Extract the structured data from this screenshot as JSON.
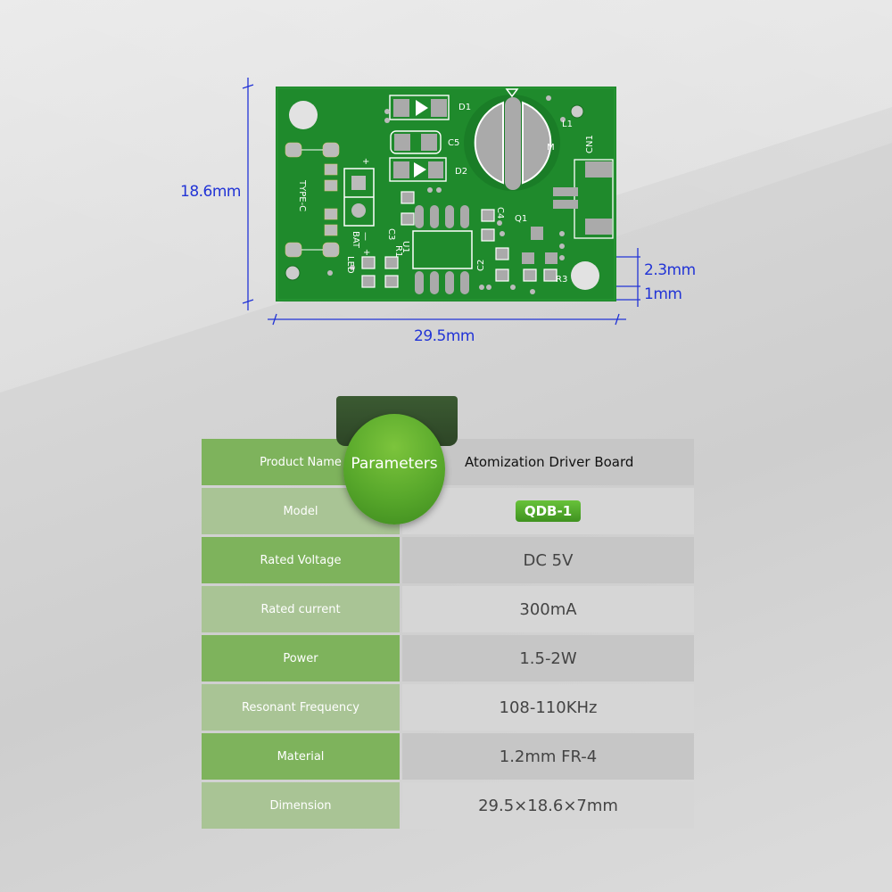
{
  "dimensions": {
    "height": "18.6mm",
    "width": "29.5mm",
    "hole_offset": "2.3mm",
    "edge_offset": "1mm"
  },
  "pcb": {
    "silkscreen": [
      "D1",
      "D2",
      "C5",
      "L1",
      "M",
      "CN1",
      "TYPE-C",
      "BAT",
      "LED",
      "C3",
      "U1",
      "R1",
      "C4",
      "Q1",
      "C2",
      "R3",
      "+",
      "—",
      "+"
    ]
  },
  "parameters": {
    "title": "Parameters",
    "rows": [
      {
        "label": "Product Name",
        "value": "Atomization Driver Board"
      },
      {
        "label": "Model",
        "value": "QDB-1"
      },
      {
        "label": "Rated Voltage",
        "value": "DC 5V"
      },
      {
        "label": "Rated current",
        "value": "300mA"
      },
      {
        "label": "Power",
        "value": "1.5-2W"
      },
      {
        "label": "Resonant Frequency",
        "value": "108-110KHz"
      },
      {
        "label": "Material",
        "value": "1.2mm FR-4"
      },
      {
        "label": "Dimension",
        "value": "29.5×18.6×7mm"
      }
    ]
  },
  "colors": {
    "pcb_green": "#1f8a2c",
    "dimension_blue": "#2234d6",
    "accent_green": "#58a82b"
  }
}
